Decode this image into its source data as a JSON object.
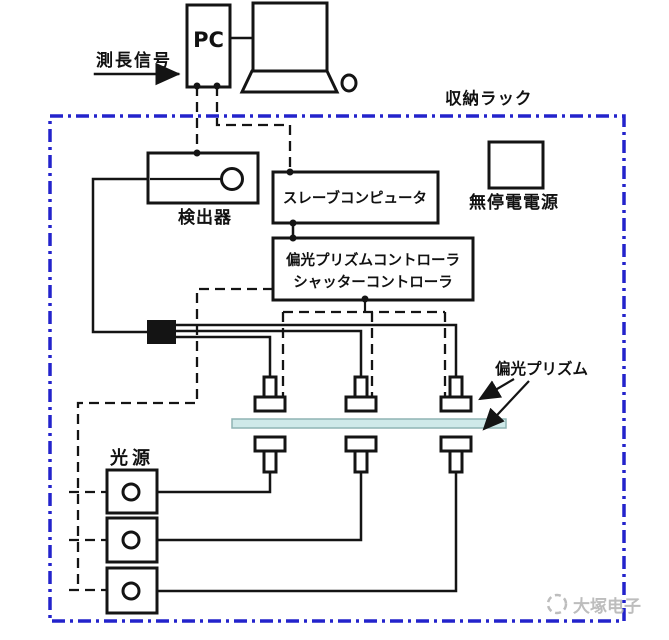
{
  "diagram": {
    "pc_label": "PC",
    "measurement_signal_label": "測長信号",
    "rack_label": "収納ラック",
    "detector_label": "検出器",
    "slave_computer_label": "スレーブコンピュータ",
    "prism_controller_label": "偏光プリズムコントローラ",
    "shutter_controller_label": "シャッターコントローラ",
    "ups_label": "無停電電源",
    "polarizing_prism_label": "偏光プリズム",
    "light_source_label": "光源"
  },
  "watermark": {
    "text": "大塚电子"
  },
  "colors": {
    "rack_border": "#2323cc",
    "glass_bar_fill": "#cfe9e9",
    "glass_bar_border": "#8fb4b4",
    "watermark": "#b6b6b6"
  }
}
